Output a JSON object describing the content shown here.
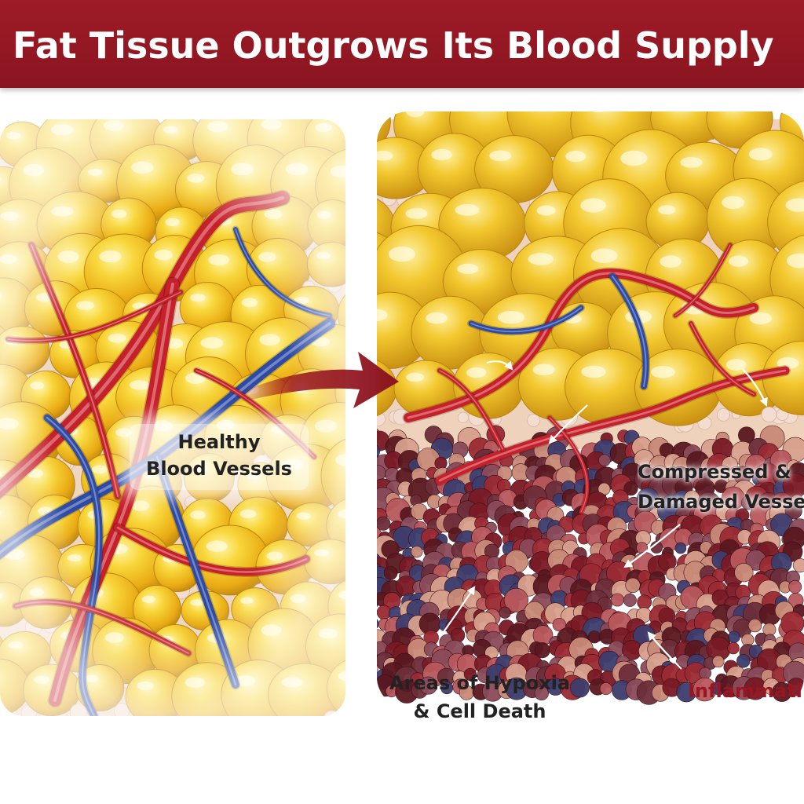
{
  "header": {
    "title": "Fat Tissue Outgrows Its Blood Supply"
  },
  "labels": {
    "healthy": [
      "Healthy",
      "Blood Vessels"
    ],
    "compressed": [
      "Compressed &",
      "Damaged Vesse"
    ],
    "hypoxia": [
      "Areas of Hypoxia",
      "& Cell Death"
    ],
    "inflammation": "Inflammati"
  },
  "colors": {
    "banner": "#9e1b27",
    "fat_cell": "#f2c01e",
    "artery": "#c8202a",
    "vein": "#2c4aa6",
    "damaged_tissue": "#7a1a25",
    "accent_text": "#9a1622"
  },
  "icons": {
    "transition": "arrow-right-icon"
  }
}
